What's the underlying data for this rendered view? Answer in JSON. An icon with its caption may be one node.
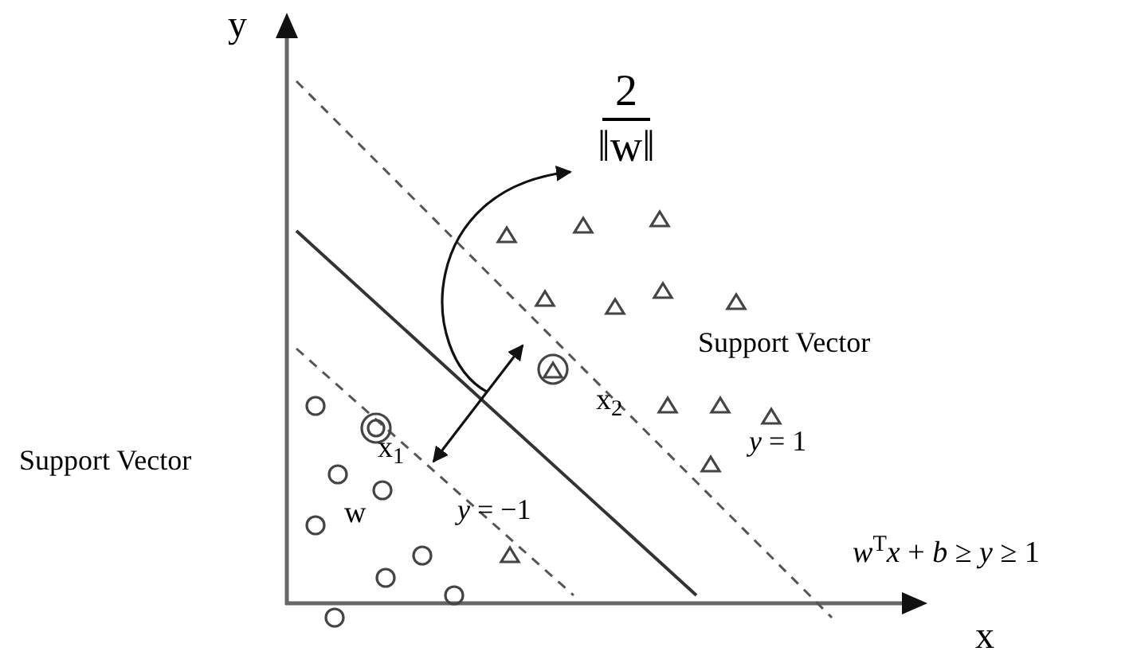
{
  "diagram": {
    "nodes": [
      {
        "text": [
          "2",
          "‖w‖"
        ]
      },
      {
        "text": [],
        "shape": "line"
      }
    ],
    "edges": [
      {
        "from": 1,
        "to": 0,
        "arrow": "to"
      }
    ],
    "labels": [
      "y",
      "x",
      "Support Vector",
      "x$_{2}$",
      "Support Vector",
      "x$_{1}$",
      "w",
      "*y* = −1",
      "*y* = 1",
      "*w*$^{T}$*x* + *b* ≥ *y* ≥ 1"
    ]
  }
}
